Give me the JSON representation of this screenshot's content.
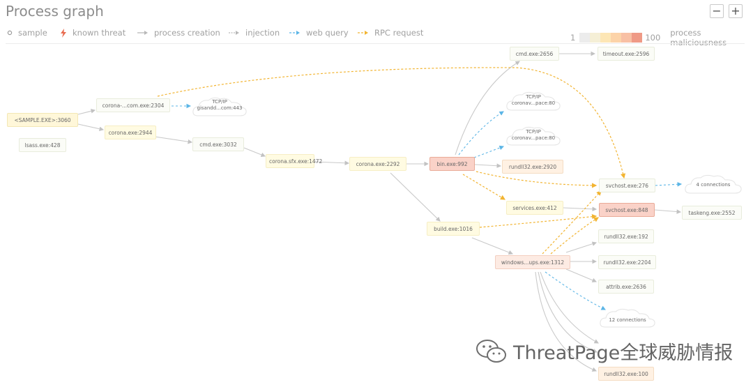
{
  "header": {
    "title": "Process graph",
    "zoom_out": "−",
    "zoom_in": "+"
  },
  "legend": {
    "sample": "sample",
    "known_threat": "known threat",
    "process_creation": "process creation",
    "injection": "injection",
    "web_query": "web query",
    "rpc_request": "RPC request",
    "scale_min": "1",
    "scale_max": "100",
    "scale_label": "process maliciousness",
    "scale_colors": [
      "#ececec",
      "#f5efd6",
      "#fde6b5",
      "#fcd3a8",
      "#f8c0a4",
      "#ef9a86"
    ]
  },
  "colors": {
    "process_creation": "#c9c9c9",
    "web_query": "#5bb5e6",
    "rpc_request": "#f2b431",
    "threat": "#e86b4f"
  },
  "nodes": {
    "sample_exe": "<SAMPLE.EXE>:3060",
    "lsass": "lsass.exe:428",
    "corona_com": "corona-...com.exe:2304",
    "corona_2944": "corona.exe:2944",
    "cmd_3032": "cmd.exe:3032",
    "corona_sfx": "corona.sfx.exe:1472",
    "corona_2292": "corona.exe:2292",
    "bin_992": "bin.exe:992",
    "build_1016": "build.exe:1016",
    "cmd_2656": "cmd.exe:2656",
    "timeout_2596": "timeout.exe:2596",
    "rundll32_2920": "rundll32.exe:2920",
    "services_412": "services.exe:412",
    "svchost_276": "svchost.exe:276",
    "svchost_848": "svchost.exe:848",
    "taskeng_2552": "taskeng.exe:2552",
    "windows_ups": "windows...ups.exe:1312",
    "rundll32_192": "rundll32.exe:192",
    "rundll32_2204": "rundll32.exe:2204",
    "attrib_2636": "attrib.exe:2636",
    "rundll32_100": "rundll32.exe:100"
  },
  "clouds": {
    "tcp1_line1": "TCP/IP",
    "tcp1_line2": "gisandd...com:443",
    "tcp2_line1": "TCP/IP",
    "tcp2_line2": "coronav...pace:80",
    "tcp3_line1": "TCP/IP",
    "tcp3_line2": "coronav...pace:80",
    "conn4": "4 connections",
    "conn12": "12 connections"
  },
  "watermark": {
    "text": "ThreatPage全球威胁情报"
  }
}
